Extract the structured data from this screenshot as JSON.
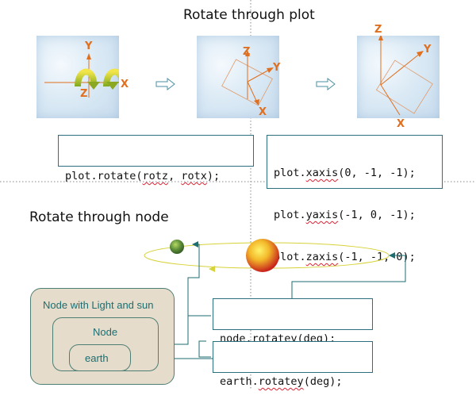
{
  "top": {
    "title": "Rotate through plot",
    "panel1": {
      "y_label": "Y",
      "z_label": "Z",
      "x_label": "X"
    },
    "panel2": {
      "z_label": "Z",
      "y_label": "Y",
      "x_label": "X"
    },
    "panel3": {
      "z_label": "Z",
      "y_label": "Y",
      "x_label": "X"
    },
    "code_rotate": {
      "prefix": "plot.rotate(",
      "arg1": "rotz",
      "sep": ", ",
      "arg2": "rotx",
      "suffix": ");"
    },
    "code_axes": [
      {
        "obj": "plot.",
        "method": "xaxis",
        "args": "(0, -1, -1);"
      },
      {
        "obj": "plot.",
        "method": "yaxis",
        "args": "(-1, 0, -1);"
      },
      {
        "obj": "plot.",
        "method": "zaxis",
        "args": "(-1, -1, 0);"
      }
    ]
  },
  "bottom": {
    "title": "Rotate through node",
    "outer_label": "Node with Light and sun",
    "node_label": "Node",
    "earth_label": "earth",
    "code_node": {
      "obj": "node.",
      "method": "rotatey",
      "args": "(deg);"
    },
    "code_earth": {
      "obj": "earth.",
      "method": "rotatey",
      "args": "(deg);"
    }
  },
  "colors": {
    "axis_orange": "#e06f1f",
    "teal": "#1e6d70",
    "guide_dotted": "#888888",
    "orbit_yellow": "#d6d23a",
    "node_fill": "#e6dccb"
  }
}
